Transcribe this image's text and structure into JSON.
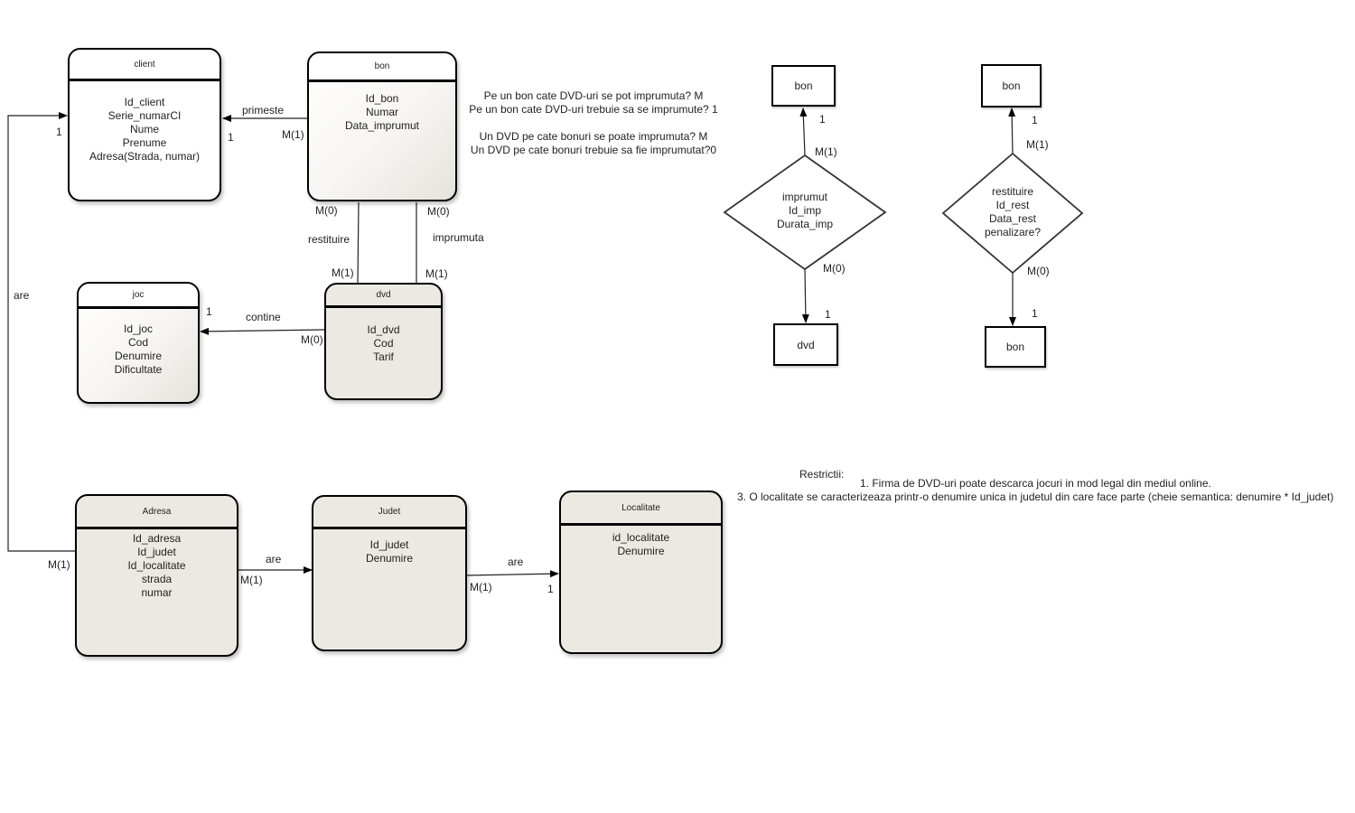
{
  "entities": {
    "client": {
      "title": "client",
      "attrs": [
        "Id_client",
        "Serie_numarCI",
        "Nume",
        "Prenume",
        "Adresa(Strada, numar)"
      ]
    },
    "bon": {
      "title": "bon",
      "attrs": [
        "Id_bon",
        "Numar",
        "Data_imprumut"
      ]
    },
    "joc": {
      "title": "joc",
      "attrs": [
        "Id_joc",
        "Cod",
        "Denumire",
        "Dificultate"
      ]
    },
    "dvd": {
      "title": "dvd",
      "attrs": [
        "Id_dvd",
        "Cod",
        "Tarif"
      ]
    },
    "adresa": {
      "title": "Adresa",
      "attrs": [
        "Id_adresa",
        "Id_judet",
        "Id_localitate",
        "strada",
        "numar"
      ]
    },
    "judet": {
      "title": "Judet",
      "attrs": [
        "Id_judet",
        "Denumire"
      ]
    },
    "localitate": {
      "title": "Localitate",
      "attrs": [
        "id_localitate",
        "Denumire"
      ]
    }
  },
  "relations": {
    "primeste": {
      "name": "primeste",
      "card_client": "1",
      "card_client_end": "1",
      "card_bon": "M(1)"
    },
    "restituire": {
      "name": "restituire",
      "card_bon": "M(0)",
      "card_dvd": "M(1)"
    },
    "imprumuta": {
      "name": "imprumuta",
      "card_bon": "M(0)",
      "card_dvd": "M(1)"
    },
    "contine": {
      "name": "contine",
      "card_joc": "1",
      "card_dvd": "M(0)"
    },
    "are_client": {
      "name": "are",
      "card_client": "1",
      "card_adresa": "M(1)"
    },
    "are_judet": {
      "name": "are",
      "card_adresa": "M(1)"
    },
    "are_localitate": {
      "name": "are",
      "card_judet": "M(1)",
      "card_localitate": "1"
    }
  },
  "questions": [
    "Pe un bon cate DVD-uri se pot imprumuta? M",
    "Pe un bon cate DVD-uri trebuie sa se imprumute? 1",
    "",
    "Un DVD pe cate bonuri se poate imprumuta? M",
    "Un DVD pe cate bonuri trebuie sa fie imprumutat?0"
  ],
  "diamond_imprumut": {
    "top_box": "bon",
    "top_card_box": "1",
    "top_card_diamond": "M(1)",
    "lines": [
      "imprumut",
      "Id_imp",
      "Durata_imp"
    ],
    "bottom_card_diamond": "M(0)",
    "bottom_card_box": "1",
    "bottom_box": "dvd"
  },
  "diamond_restituire": {
    "top_box": "bon",
    "top_card_box": "1",
    "top_card_diamond": "M(1)",
    "lines": [
      "restituire",
      "Id_rest",
      "Data_rest",
      "penalizare?"
    ],
    "bottom_card_diamond": "M(0)",
    "bottom_card_box": "1",
    "bottom_box": "bon"
  },
  "restrictions": {
    "heading": "Restrictii:",
    "items": [
      "1. Firma de DVD-uri poate descarca jocuri in mod legal din mediul online.",
      "3. O localitate se caracterizeaza printr-o denumire unica in judetul din care face parte (cheie semantica: denumire * Id_judet)"
    ]
  }
}
